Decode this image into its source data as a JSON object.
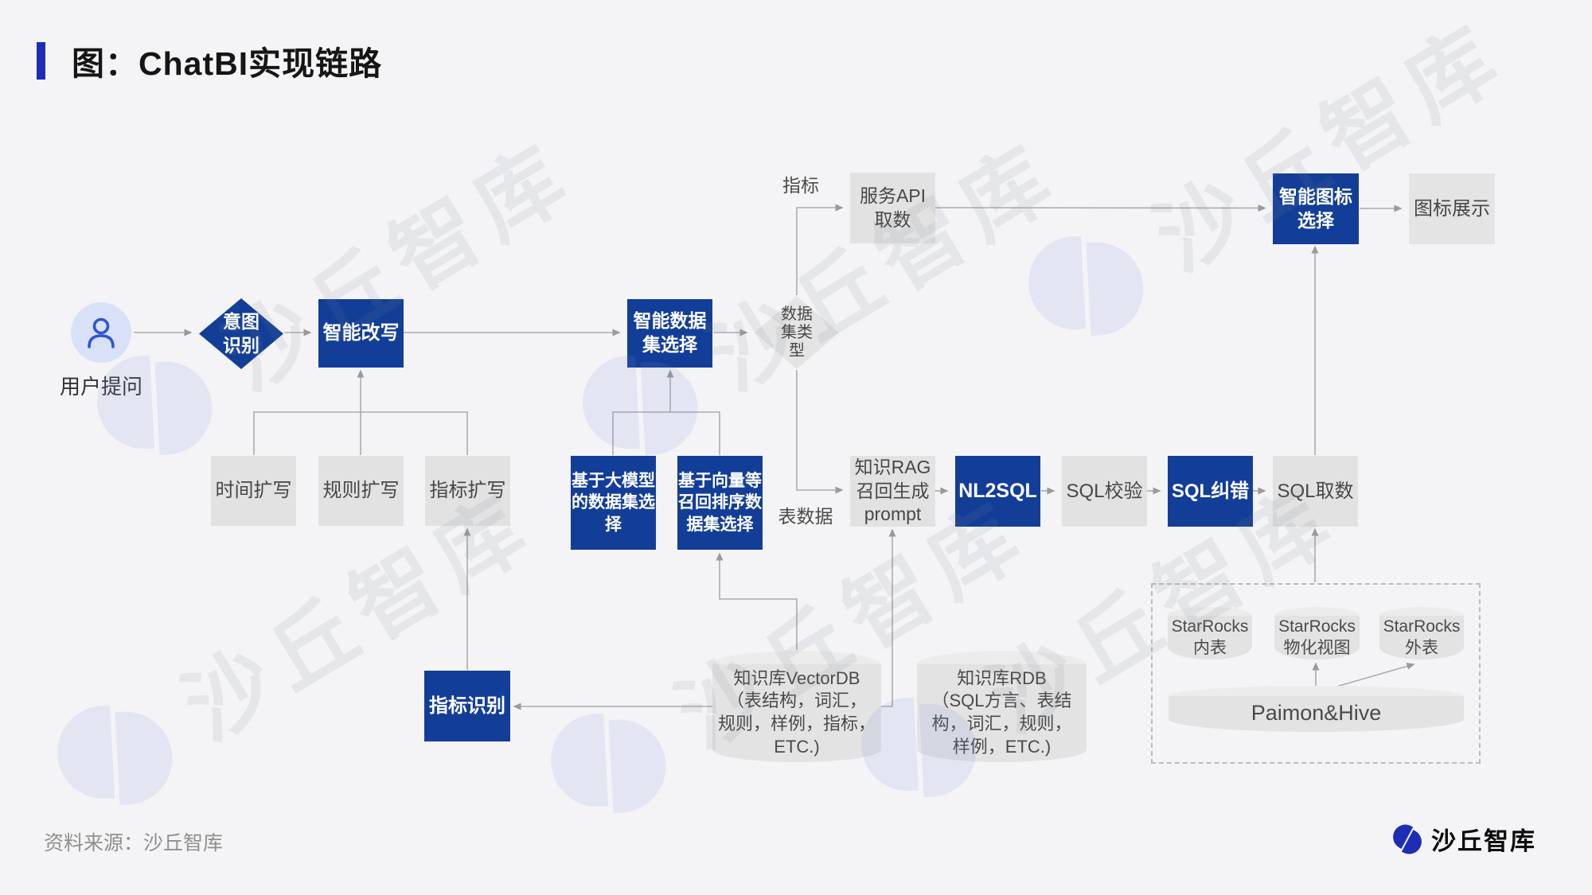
{
  "title": {
    "text": "图：ChatBI实现链路"
  },
  "footer": {
    "source": "资料来源：沙丘智库",
    "brand": "沙丘智库"
  },
  "watermark": {
    "text": "沙丘智库"
  },
  "colors": {
    "node_blue": "#133e98",
    "brand_blue": "#1d2db5",
    "node_gray": "#e2e2e3",
    "line_gray": "#ababab",
    "background": "#f4f4f6"
  },
  "edge_labels": {
    "metric": "指标",
    "table_data": "表数据"
  },
  "nodes": {
    "user": {
      "label": "用户提问"
    },
    "intent": {
      "label": "意图\n识别"
    },
    "rewrite": {
      "label": "智能改写"
    },
    "time_expand": {
      "label": "时间扩写"
    },
    "rule_expand": {
      "label": "规则扩写"
    },
    "metric_expand": {
      "label": "指标扩写"
    },
    "dataset_select": {
      "label": "智能数据\n集选择"
    },
    "dataset_type": {
      "label": "数据\n集类\n型"
    },
    "llm_dataset": {
      "label": "基于大模型\n的数据集选\n择"
    },
    "vector_dataset": {
      "label": "基于向量等\n召回排序数\n据集选择"
    },
    "api_fetch": {
      "label": "服务API\n取数"
    },
    "chart_select": {
      "label": "智能图标\n选择"
    },
    "chart_show": {
      "label": "图标展示"
    },
    "rag_prompt": {
      "label": "知识RAG\n召回生成\nprompt"
    },
    "nl2sql": {
      "label": "NL2SQL"
    },
    "sql_check": {
      "label": "SQL校验"
    },
    "sql_fix": {
      "label": "SQL纠错"
    },
    "sql_fetch": {
      "label": "SQL取数"
    },
    "metric_recognize": {
      "label": "指标识别"
    },
    "vectordb": {
      "label": "知识库VectorDB\n（表结构，词汇，\n规则，样例，指标，\nETC.)"
    },
    "rdb": {
      "label": "知识库RDB\n（SQL方言、表结\n构，词汇，规则，\n样例，ETC.)"
    },
    "sr_internal": {
      "label": "StarRocks\n内表"
    },
    "sr_mv": {
      "label": "StarRocks\n物化视图"
    },
    "sr_external": {
      "label": "StarRocks\n外表"
    },
    "paimon": {
      "label": "Paimon&Hive"
    }
  }
}
